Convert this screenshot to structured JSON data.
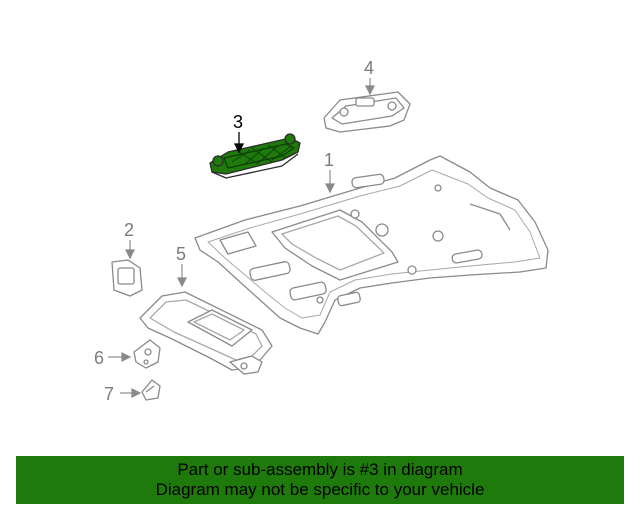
{
  "diagram": {
    "callouts": [
      {
        "id": "1",
        "label": "1"
      },
      {
        "id": "2",
        "label": "2"
      },
      {
        "id": "3",
        "label": "3"
      },
      {
        "id": "4",
        "label": "4"
      },
      {
        "id": "5",
        "label": "5"
      },
      {
        "id": "6",
        "label": "6"
      },
      {
        "id": "7",
        "label": "7"
      }
    ],
    "highlighted_part": "3",
    "highlight_color": "#1f7a0c"
  },
  "footer": {
    "line1": "Part or sub-assembly is #3 in diagram",
    "line2": "Diagram may not be specific to your vehicle",
    "background": "#1f7a0c"
  }
}
